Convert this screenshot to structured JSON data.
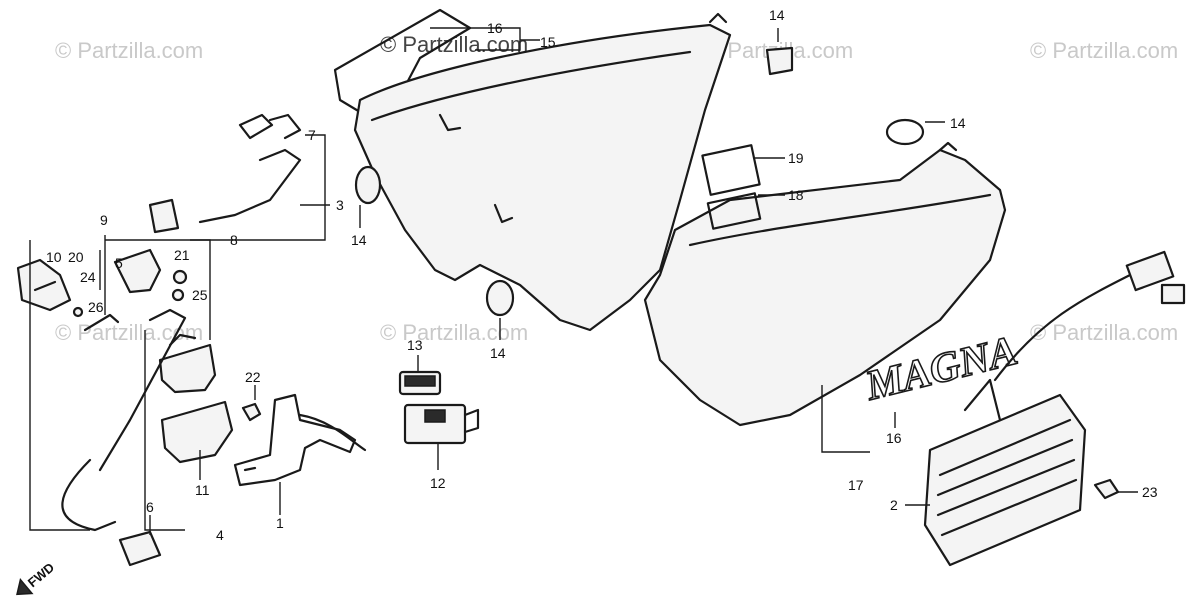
{
  "watermark": {
    "text": "© Partzilla.com",
    "main_text": "© Partzilla.com"
  },
  "direction_label": "FWD",
  "emblem_text": "MAGNA",
  "callouts": {
    "c1": "1",
    "c2": "2",
    "c3": "3",
    "c4": "4",
    "c5": "5",
    "c6": "6",
    "c7": "7",
    "c8": "8",
    "c9": "9",
    "c10": "10",
    "c11": "11",
    "c12": "12",
    "c13": "13",
    "c14a": "14",
    "c14b": "14",
    "c14c": "14",
    "c14d": "14",
    "c15": "15",
    "c16a": "16",
    "c16b": "16",
    "c17": "17",
    "c18": "18",
    "c19": "19",
    "c20": "20",
    "c21": "21",
    "c22": "22",
    "c23": "23",
    "c24": "24",
    "c25": "25",
    "c26": "26"
  },
  "colors": {
    "line": "#1a1a1a",
    "watermark": "#c9c9c9",
    "background": "#ffffff"
  }
}
